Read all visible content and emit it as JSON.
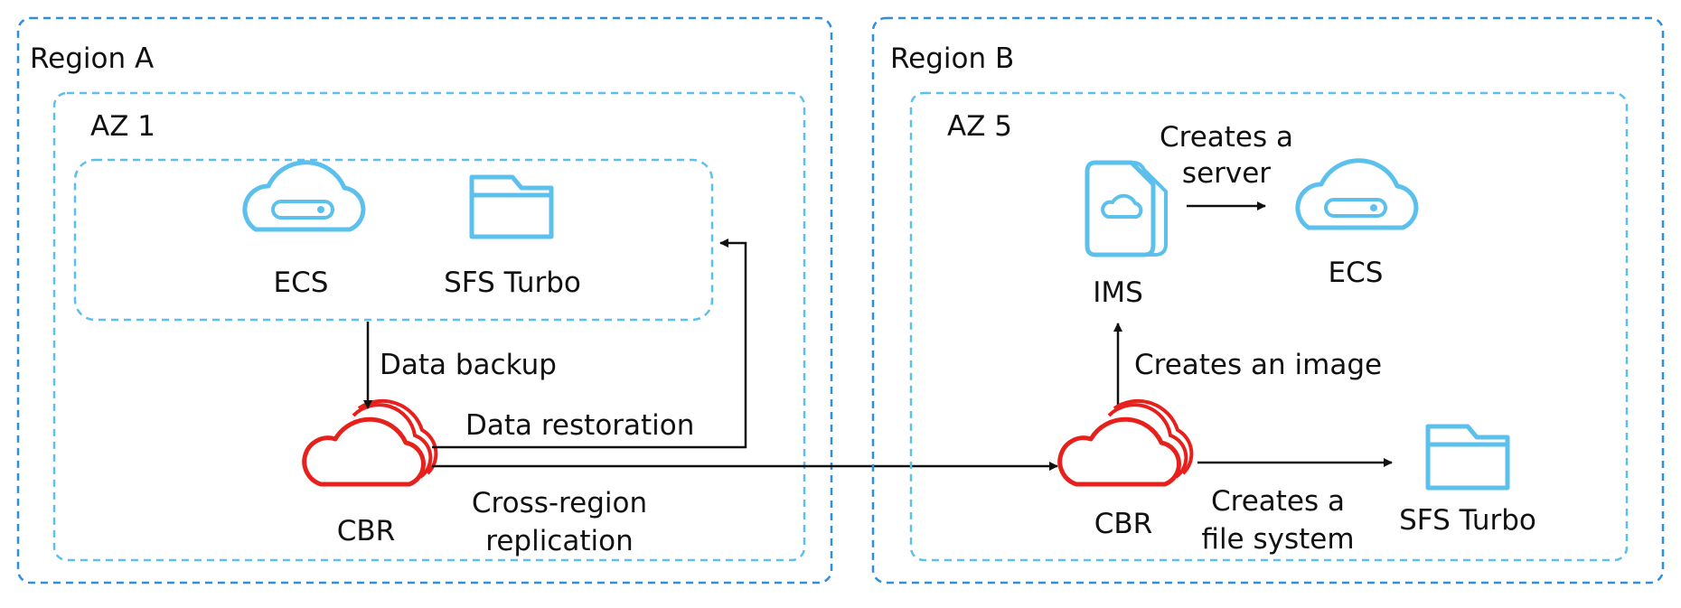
{
  "region_a": {
    "label": "Region A",
    "az": {
      "label": "AZ 1",
      "ecs": {
        "label": "ECS",
        "icon": "ecs-cloud-icon"
      },
      "sfs": {
        "label": "SFS Turbo",
        "icon": "folder-icon"
      },
      "cbr": {
        "label": "CBR",
        "icon": "cbr-cloud-icon"
      }
    },
    "flows": {
      "backup": "Data backup",
      "restore": "Data restoration",
      "replication_line1": "Cross-region",
      "replication_line2": "replication"
    }
  },
  "region_b": {
    "label": "Region B",
    "az": {
      "label": "AZ 5",
      "ims": {
        "label": "IMS",
        "icon": "ims-image-icon"
      },
      "ecs": {
        "label": "ECS",
        "icon": "ecs-cloud-icon"
      },
      "cbr": {
        "label": "CBR",
        "icon": "cbr-cloud-icon"
      },
      "sfs": {
        "label": "SFS Turbo",
        "icon": "folder-icon"
      }
    },
    "flows": {
      "creates_server_line1": "Creates a",
      "creates_server_line2": "server",
      "creates_image": "Creates an image",
      "creates_fs_line1": "Creates a",
      "creates_fs_line2": "file system"
    }
  },
  "colors": {
    "region_border": "#2e8ee0",
    "az_border": "#5cc0ec",
    "icon_blue": "#5cc0ec",
    "cbr_red": "#e8201c",
    "arrow": "#111111"
  }
}
